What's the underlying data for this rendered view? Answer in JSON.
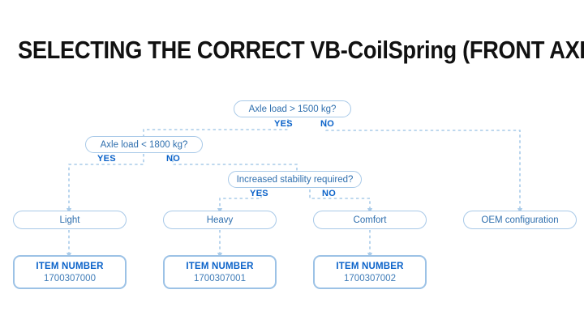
{
  "title": "SELECTING THE CORRECT VB-CoilSpring (FRONT AXLE)",
  "colors": {
    "title_text": "#111111",
    "node_text": "#2f6fae",
    "node_border": "#a8c9e8",
    "label_blue": "#0a62c9",
    "connector": "#a9cbe9",
    "itembox_border": "#9cc2e6",
    "background": "#ffffff"
  },
  "decisions": [
    {
      "id": "d1",
      "question": "Axle load > 1500 kg?",
      "yes_label": "YES",
      "no_label": "NO"
    },
    {
      "id": "d2",
      "question": "Axle load < 1800 kg?",
      "yes_label": "YES",
      "no_label": "NO"
    },
    {
      "id": "d3",
      "question": "Increased stability required?",
      "yes_label": "YES",
      "no_label": "NO"
    }
  ],
  "results": [
    {
      "id": "r1",
      "label": "Light"
    },
    {
      "id": "r2",
      "label": "Heavy"
    },
    {
      "id": "r3",
      "label": "Comfort"
    },
    {
      "id": "r4",
      "label": "OEM configuration"
    }
  ],
  "item_numbers": [
    {
      "label": "ITEM NUMBER",
      "value": "1700307000"
    },
    {
      "label": "ITEM NUMBER",
      "value": "1700307001"
    },
    {
      "label": "ITEM NUMBER",
      "value": "1700307002"
    }
  ]
}
